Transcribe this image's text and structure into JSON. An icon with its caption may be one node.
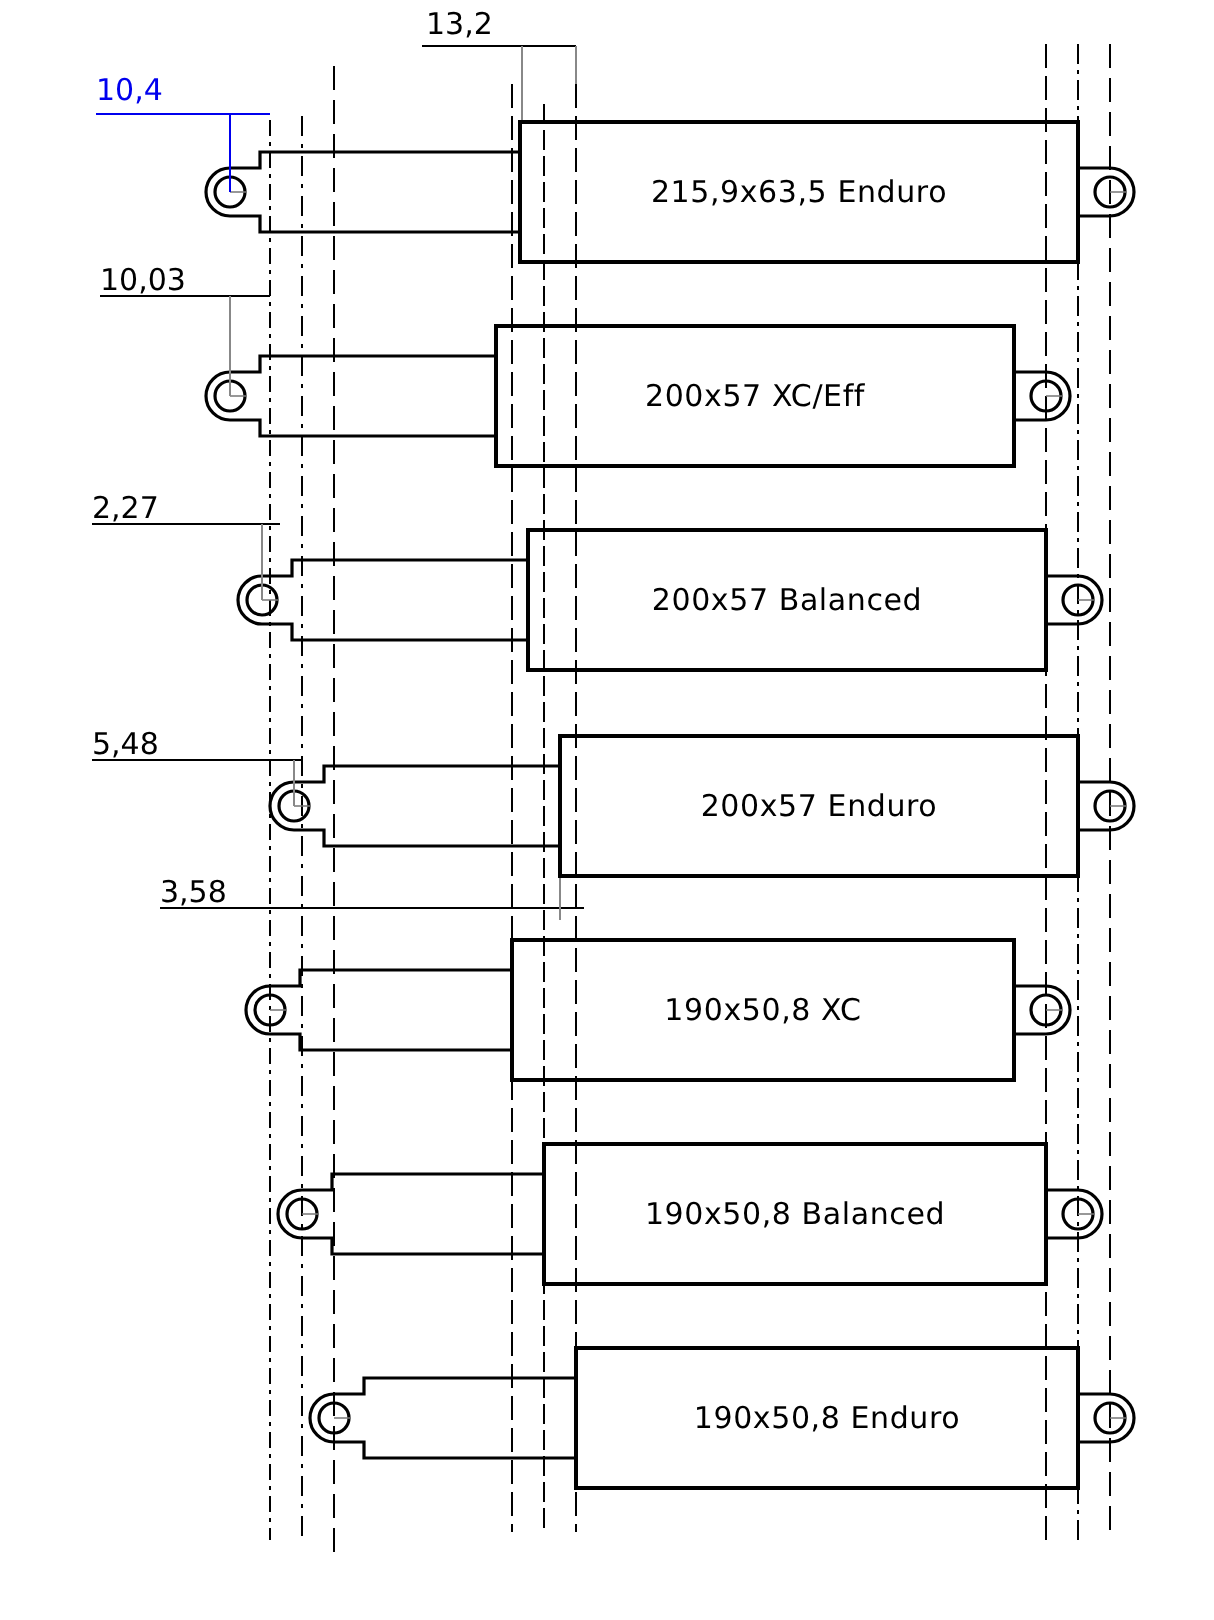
{
  "diagram": {
    "nodes": [
      {
        "text": [
          "215,9x63,5 Enduro"
        ]
      },
      {
        "text": [
          "200x57 XC/Eff"
        ]
      },
      {
        "text": [
          "200x57 Balanced"
        ]
      },
      {
        "text": [
          "200x57 Enduro"
        ]
      },
      {
        "text": [
          "190x50,8 XC"
        ]
      },
      {
        "text": [
          "190x50,8 Balanced"
        ]
      },
      {
        "text": [
          "190x50,8 Enduro"
        ]
      }
    ],
    "labels": [
      "13,2",
      "10,4",
      "10,03",
      "2,27",
      "5,48",
      "3,58"
    ]
  }
}
